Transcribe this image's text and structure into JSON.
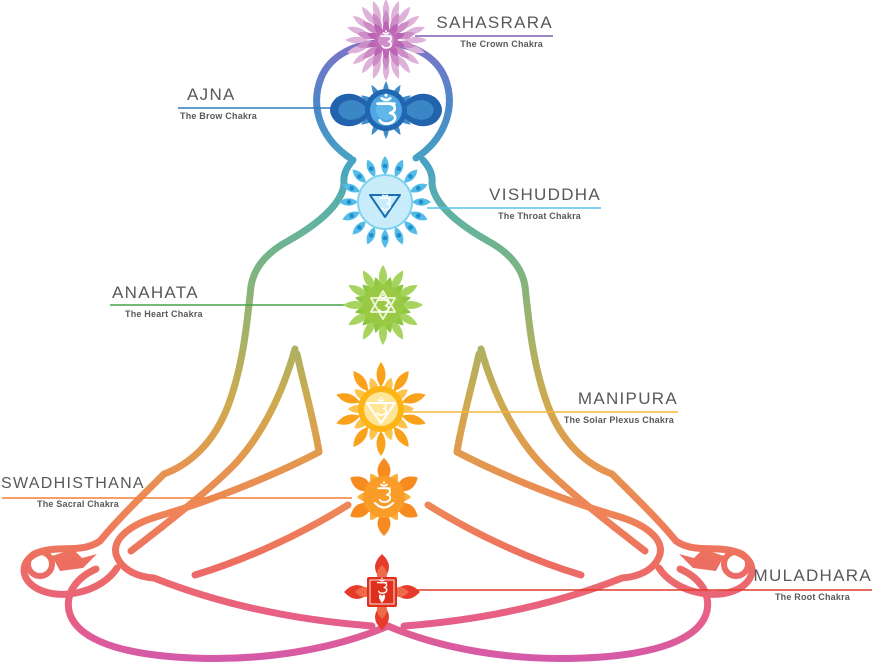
{
  "diagram": {
    "background": "#ffffff",
    "label_text_color": "#58595b",
    "body_gradient": [
      "#8d6cbe",
      "#7577c6",
      "#4b87c9",
      "#47a2c4",
      "#5fb2a4",
      "#7cb483",
      "#a5b266",
      "#ceaa50",
      "#e29a4d",
      "#ee8557",
      "#ed6e60",
      "#e85f85",
      "#cf58b2"
    ]
  },
  "chakras": [
    {
      "id": "sahasrara",
      "name": "SAHASRARA",
      "subtitle": "The Crown Chakra",
      "position": "crown",
      "label_side": "right",
      "line_color": "#7a5fae",
      "colors": {
        "petal_outer": "#dfb2da",
        "petal_mid": "#cd8cc8",
        "petal_inner": "#bc64b4",
        "center": "#c06ab8",
        "center_light": "#e3bade",
        "glyph": "#ffffff"
      }
    },
    {
      "id": "ajna",
      "name": "AJNA",
      "subtitle": "The Brow Chakra",
      "position": "brow",
      "label_side": "left",
      "line_color": "#2f7cc0",
      "colors": {
        "petal_outer": "#2263ad",
        "petal_inner": "#3f8cc9",
        "center": "#2166b0",
        "center_light": "#4fa6e0",
        "center_core": "#6cc3ef",
        "glyph": "#ffffff"
      }
    },
    {
      "id": "vishuddha",
      "name": "VISHUDDHA",
      "subtitle": "The Throat Chakra",
      "position": "throat",
      "label_side": "right",
      "line_color": "#54c3ea",
      "colors": {
        "petal_outer": "#55bce8",
        "dot": "#1f8dcb",
        "center": "#c9ecfa",
        "ring": "#7fd2f0",
        "triangle": "#1c6fb3",
        "glyph": "#ffffff"
      }
    },
    {
      "id": "anahata",
      "name": "ANAHATA",
      "subtitle": "The Heart Chakra",
      "position": "heart",
      "label_side": "left",
      "line_color": "#44a449",
      "colors": {
        "petal_outer": "#a6d45f",
        "petal_inner": "#8dc63f",
        "center": "#9aca45",
        "hexagram": "#eef7d8",
        "glyph": "#ffffff"
      }
    },
    {
      "id": "manipura",
      "name": "MANIPURA",
      "subtitle": "The Solar Plexus Chakra",
      "position": "solar-plexus",
      "label_side": "right",
      "line_color": "#f3b73a",
      "colors": {
        "petal_outer": "#f9a11b",
        "petal_inner": "#fcc44d",
        "center": "#fdb515",
        "center_light": "#ffe596",
        "triangle": "#ffffff",
        "glyph": "#ffffff"
      }
    },
    {
      "id": "swadhisthana",
      "name": "SWADHISTHANA",
      "subtitle": "The Sacral Chakra",
      "position": "sacral",
      "label_side": "left",
      "line_color": "#f28138",
      "colors": {
        "petal_outer": "#f68b1f",
        "petal_inner": "#fbaf3f",
        "center": "#f99c28",
        "crescent": "#ffffff",
        "glyph": "#ffffff"
      }
    },
    {
      "id": "muladhara",
      "name": "MULADHARA",
      "subtitle": "The Root Chakra",
      "position": "root",
      "label_side": "right",
      "line_color": "#e43a2d",
      "colors": {
        "petal_outer": "#e63b2a",
        "petal_inner": "#ef6a4a",
        "center": "#df2f1d",
        "square_border": "#ffffff",
        "heart": "#ffffff",
        "glyph": "#ffffff"
      }
    }
  ]
}
